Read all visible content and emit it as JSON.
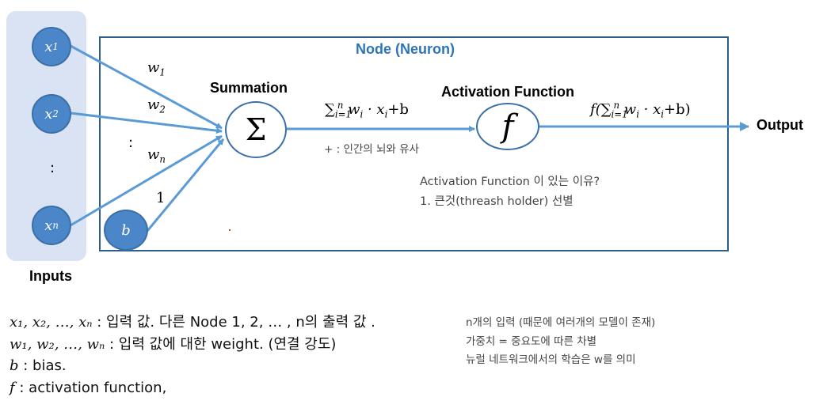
{
  "node_title": "Node (Neuron)",
  "summation_label": "Summation",
  "summation_symbol": "Σ",
  "activation_label": "Activation Function",
  "activation_symbol": "f",
  "inputs_label": "Inputs",
  "output_label": "Output",
  "inputs": [
    {
      "var": "x",
      "sub": "1"
    },
    {
      "var": "x",
      "sub": "2"
    },
    {
      "var": "x",
      "sub": "n"
    }
  ],
  "input_ellipsis": ":",
  "bias_node": "b",
  "weights": [
    {
      "var": "w",
      "sub": "1"
    },
    {
      "var": "w",
      "sub": "2"
    },
    {
      "var": "w",
      "sub": "n"
    }
  ],
  "weight_ellipsis": ":",
  "bias_weight": "1",
  "sum_formula": {
    "prefix": "∑",
    "sub": "i=1",
    "sup": "n",
    "body": " w",
    "w_sub": "i",
    "mid": " · x",
    "x_sub": "i",
    "tail": "+b"
  },
  "act_formula": {
    "lead": "f(∑",
    "sub": "i=1",
    "sup": "n",
    "body": " w",
    "w_sub": "i",
    "mid": " · x",
    "x_sub": "i",
    "tail": "+b)"
  },
  "plus_note": "+ : 인간의 뇌와 유사",
  "activation_reason_title": "Activation Function 이 있는 이유?",
  "activation_reason_1": "1. 큰것(threash holder) 선별",
  "legend": {
    "line1_vars": "x₁, x₂, …, xₙ",
    "line1_text": " : 입력 값. 다른 Node 1, 2, … , n의 출력 값 .",
    "line2_vars": "w₁, w₂, …, wₙ",
    "line2_text": " : 입력 값에 대한 weight. (연결 강도)",
    "line3_var": "b",
    "line3_text": " : bias.",
    "line4_var": "f",
    "line4_text": " : activation function,"
  },
  "notes": [
    "n개의 입력 (때문에 여러개의 모델이 존재)",
    "가중치 = 중요도에 따른 차별",
    "뉴럴 네트워크에서의 학습은 w를 의미"
  ],
  "colors": {
    "input_node": "#4a86c8",
    "line": "#5b9bd5",
    "box_border": "#2e5d8c",
    "inputs_bg": "#dae3f3",
    "title": "#2e75b6"
  }
}
